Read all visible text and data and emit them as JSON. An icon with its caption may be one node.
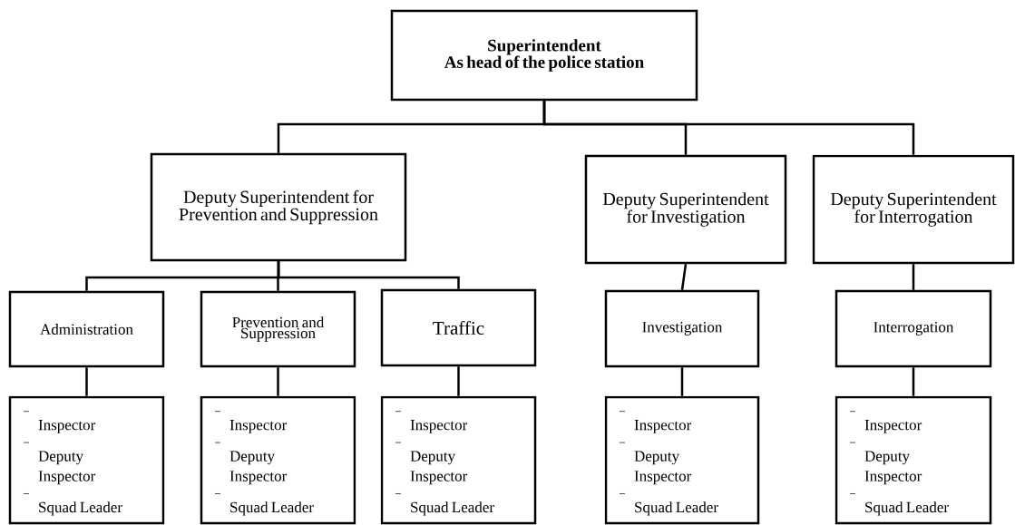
{
  "diagram": {
    "nodes": [
      {
        "text": [
          "Superintendent",
          "As head of the police station"
        ]
      },
      {
        "text": [
          "Deputy Superintendent for Prevention and Suppression"
        ]
      },
      {
        "text": [
          "Deputy Superintendent for Investigation"
        ]
      },
      {
        "text": [
          "Deputy Superintendent for Interrogation"
        ]
      },
      {
        "text": [
          "Administration"
        ]
      },
      {
        "text": [
          "Prevention and Suppression"
        ]
      },
      {
        "text": [
          "Traffic"
        ]
      },
      {
        "text": [
          "Investigation"
        ]
      },
      {
        "text": [
          "Interrogation"
        ]
      },
      {
        "text": [
          "Inspector",
          "Deputy Inspector",
          "Squad Leader"
        ]
      },
      {
        "text": [
          "Inspector",
          "Deputy Inspector",
          "Squad Leader"
        ]
      },
      {
        "text": [
          "Inspector",
          "Deputy Inspector",
          "Squad Leader"
        ]
      },
      {
        "text": [
          "Inspector",
          "Deputy Inspector",
          "Squad Leader"
        ]
      },
      {
        "text": [
          "Inspector",
          "Deputy Inspector",
          "Squad Leader"
        ]
      }
    ],
    "edges": [
      {
        "from": 0,
        "to": 1,
        "arrow": "none"
      },
      {
        "from": 0,
        "to": 2,
        "arrow": "none"
      },
      {
        "from": 0,
        "to": 3,
        "arrow": "none"
      },
      {
        "from": 1,
        "to": 4,
        "arrow": "none"
      },
      {
        "from": 1,
        "to": 5,
        "arrow": "none"
      },
      {
        "from": 1,
        "to": 6,
        "arrow": "none"
      },
      {
        "from": 4,
        "to": 9,
        "arrow": "none"
      },
      {
        "from": 5,
        "to": 10,
        "arrow": "none"
      },
      {
        "from": 6,
        "to": 11,
        "arrow": "none"
      },
      {
        "from": 7,
        "to": 12,
        "arrow": "none"
      },
      {
        "from": 8,
        "to": 13,
        "arrow": "none"
      },
      {
        "from": 2,
        "to": 7,
        "arrow": "none"
      },
      {
        "from": 3,
        "to": 8,
        "arrow": "none"
      }
    ]
  }
}
